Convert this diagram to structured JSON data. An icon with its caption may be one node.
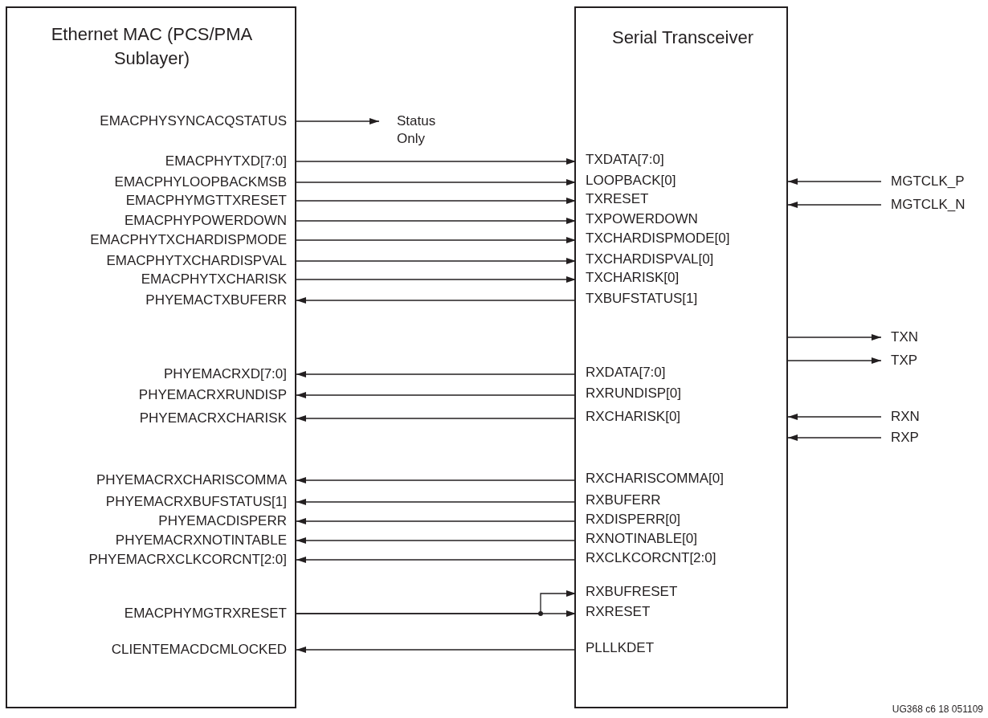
{
  "diagram": {
    "nodes": [
      {
        "text": [
          "Ethernet MAC (PCS/PMA Sublayer)"
        ]
      },
      {
        "text": [
          "EMACPHYSYNCACQSTATUS"
        ],
        "in": 0
      },
      {
        "text": [
          "EMACPHYTXD[7:0]"
        ],
        "in": 0
      },
      {
        "text": [
          "EMACPHYLOOPBACKMSB"
        ],
        "in": 0
      },
      {
        "text": [
          "EMACPHYMGTTXRESET"
        ],
        "in": 0
      },
      {
        "text": [
          "EMACPHYPOWERDOWN"
        ],
        "in": 0
      },
      {
        "text": [
          "EMACPHYTXCHARDISPMODE"
        ],
        "in": 0
      },
      {
        "text": [
          "EMACPHYTXCHARDISPVAL"
        ],
        "in": 0
      },
      {
        "text": [
          "EMACPHYTXCHARISK"
        ],
        "in": 0
      },
      {
        "text": [
          "PHYEMACTXBUFERR"
        ],
        "in": 0
      },
      {
        "text": [
          "PHYEMACRXD[7:0]"
        ],
        "in": 0
      },
      {
        "text": [
          "PHYEMACRXRUNDISP"
        ],
        "in": 0
      },
      {
        "text": [
          "PHYEMACRXCHARISK"
        ],
        "in": 0
      },
      {
        "text": [
          "PHYEMACRXCHARISCOMMA"
        ],
        "in": 0
      },
      {
        "text": [
          "PHYEMACRXBUFSTATUS[1]"
        ],
        "in": 0
      },
      {
        "text": [
          "PHYEMACDISPERR"
        ],
        "in": 0
      },
      {
        "text": [
          "PHYEMACRXNOTINTABLE"
        ],
        "in": 0
      },
      {
        "text": [
          "PHYEMACRXCLKCORCNT[2:0]"
        ],
        "in": 0
      },
      {
        "text": [
          "EMACPHYMGTRXRESET"
        ],
        "in": 0
      },
      {
        "text": [
          "CLIENTEMACDCMLOCKED"
        ],
        "in": 0
      },
      {
        "text": [
          "Status Only"
        ]
      },
      {
        "text": [
          "Serial Transceiver"
        ]
      },
      {
        "text": [
          "TXDATA[7:0]"
        ],
        "in": 21
      },
      {
        "text": [
          "LOOPBACK[0]"
        ],
        "in": 21
      },
      {
        "text": [
          "TXRESET"
        ],
        "in": 21
      },
      {
        "text": [
          "TXPOWERDOWN"
        ],
        "in": 21
      },
      {
        "text": [
          "TXCHARDISPMODE[0]"
        ],
        "in": 21
      },
      {
        "text": [
          "TXCHARDISPVAL[0]"
        ],
        "in": 21
      },
      {
        "text": [
          "TXCHARISK[0]"
        ],
        "in": 21
      },
      {
        "text": [
          "TXBUFSTATUS[1]"
        ],
        "in": 21
      },
      {
        "text": [
          "RXDATA[7:0]"
        ],
        "in": 21
      },
      {
        "text": [
          "RXRUNDISP[0]"
        ],
        "in": 21
      },
      {
        "text": [
          "RXCHARISK[0]"
        ],
        "in": 21
      },
      {
        "text": [
          "RXCHARISCOMMA[0]"
        ],
        "in": 21
      },
      {
        "text": [
          "RXBUFERR"
        ],
        "in": 21
      },
      {
        "text": [
          "RXDISPERR[0]"
        ],
        "in": 21
      },
      {
        "text": [
          "RXNOTINABLE[0]"
        ],
        "in": 21
      },
      {
        "text": [
          "RXCLKCORCNT[2:0]"
        ],
        "in": 21
      },
      {
        "text": [
          "RXBUFRESET"
        ],
        "in": 21
      },
      {
        "text": [
          "RXRESET"
        ],
        "in": 21
      },
      {
        "text": [
          "PLLLKDET"
        ],
        "in": 21
      },
      {
        "text": [
          "MGTCLK_P"
        ]
      },
      {
        "text": [
          "MGTCLK_N"
        ]
      },
      {
        "text": [
          "TXN"
        ]
      },
      {
        "text": [
          "TXP"
        ]
      },
      {
        "text": [
          "RXN"
        ]
      },
      {
        "text": [
          "RXP"
        ]
      }
    ],
    "edges": [
      {
        "from": 1,
        "to": 20,
        "arrow": "to"
      },
      {
        "from": 2,
        "to": 22,
        "arrow": "to"
      },
      {
        "from": 3,
        "to": 23,
        "arrow": "to"
      },
      {
        "from": 4,
        "to": 24,
        "arrow": "to"
      },
      {
        "from": 5,
        "to": 25,
        "arrow": "to"
      },
      {
        "from": 6,
        "to": 26,
        "arrow": "to"
      },
      {
        "from": 7,
        "to": 27,
        "arrow": "to"
      },
      {
        "from": 8,
        "to": 28,
        "arrow": "to"
      },
      {
        "from": 29,
        "to": 9,
        "arrow": "to"
      },
      {
        "from": 30,
        "to": 10,
        "arrow": "to"
      },
      {
        "from": 31,
        "to": 11,
        "arrow": "to"
      },
      {
        "from": 32,
        "to": 12,
        "arrow": "to"
      },
      {
        "from": 33,
        "to": 13,
        "arrow": "to"
      },
      {
        "from": 34,
        "to": 14,
        "arrow": "to"
      },
      {
        "from": 35,
        "to": 15,
        "arrow": "to"
      },
      {
        "from": 36,
        "to": 16,
        "arrow": "to"
      },
      {
        "from": 37,
        "to": 17,
        "arrow": "to"
      },
      {
        "from": 18,
        "to": 38,
        "arrow": "to"
      },
      {
        "from": 18,
        "to": 39,
        "arrow": "to"
      },
      {
        "from": 40,
        "to": 19,
        "arrow": "to"
      },
      {
        "from": 41,
        "to": 21,
        "arrow": "to"
      },
      {
        "from": 42,
        "to": 21,
        "arrow": "to"
      },
      {
        "from": 21,
        "to": 43,
        "arrow": "to"
      },
      {
        "from": 21,
        "to": 44,
        "arrow": "to"
      },
      {
        "from": 45,
        "to": 21,
        "arrow": "to"
      },
      {
        "from": 46,
        "to": 21,
        "arrow": "to"
      }
    ],
    "labels": [
      "UG368 c6 18 051109"
    ]
  }
}
